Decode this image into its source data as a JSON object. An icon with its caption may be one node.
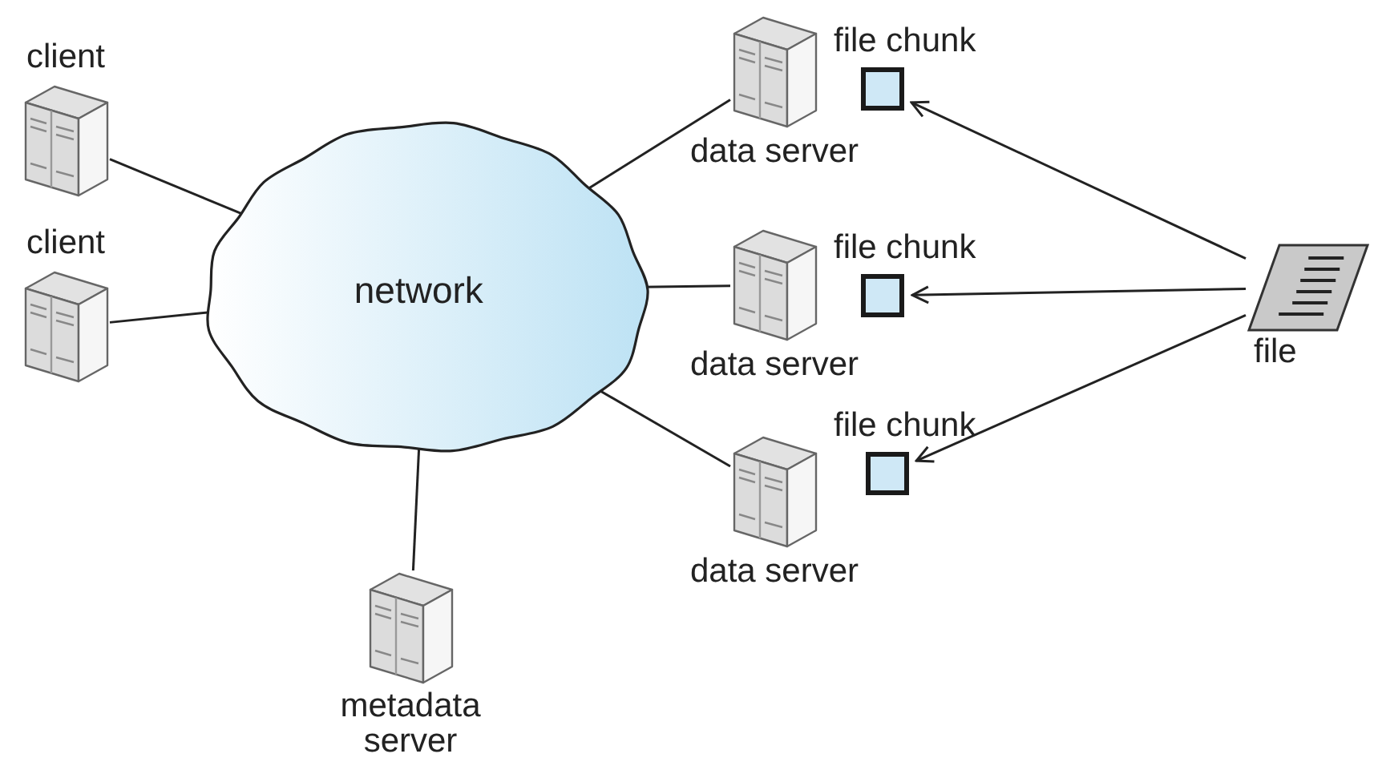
{
  "diagram": {
    "nodes": [
      {
        "text": [
          "client"
        ]
      },
      {
        "text": [
          "client"
        ]
      },
      {
        "text": [
          "network"
        ]
      },
      {
        "text": [
          "data server"
        ]
      },
      {
        "text": [
          "file chunk"
        ]
      },
      {
        "text": [
          "data server"
        ]
      },
      {
        "text": [
          "file chunk"
        ]
      },
      {
        "text": [
          "file"
        ]
      },
      {
        "text": [
          "data server"
        ]
      },
      {
        "text": [
          "file chunk"
        ]
      },
      {
        "text": [
          "metadata server"
        ]
      }
    ],
    "edges": [
      {
        "from": 0,
        "to": 2,
        "arrow": "none"
      },
      {
        "from": 1,
        "to": 2,
        "arrow": "none"
      },
      {
        "from": 2,
        "to": 3,
        "arrow": "none"
      },
      {
        "from": 2,
        "to": 5,
        "arrow": "none"
      },
      {
        "from": 2,
        "to": 8,
        "arrow": "none"
      },
      {
        "from": 2,
        "to": 10,
        "arrow": "none"
      },
      {
        "from": 7,
        "to": 4,
        "arrow": "to"
      },
      {
        "from": 7,
        "to": 6,
        "arrow": "to"
      },
      {
        "from": 7,
        "to": 9,
        "arrow": "to"
      }
    ]
  }
}
